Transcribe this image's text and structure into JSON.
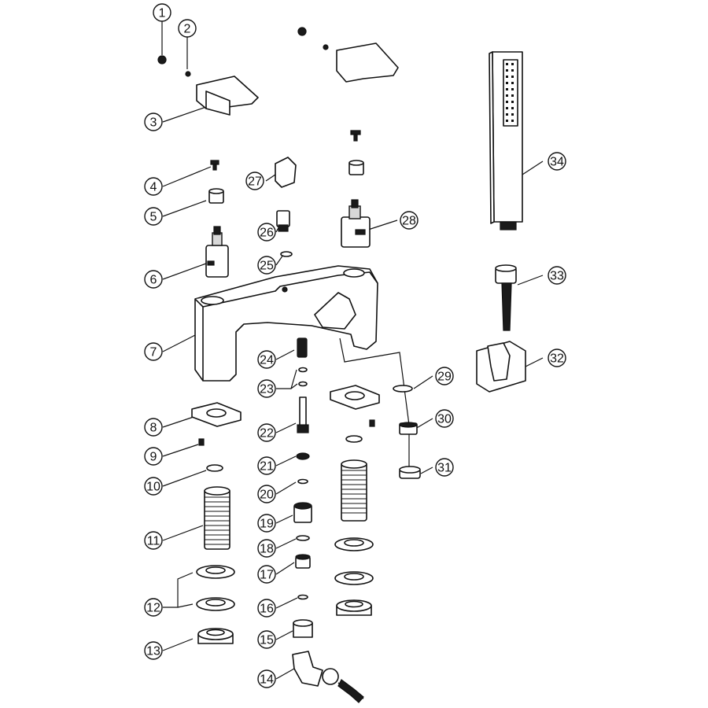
{
  "callouts": [
    {
      "number": "1"
    },
    {
      "number": "2"
    },
    {
      "number": "3"
    },
    {
      "number": "4"
    },
    {
      "number": "5"
    },
    {
      "number": "6"
    },
    {
      "number": "7"
    },
    {
      "number": "8"
    },
    {
      "number": "9"
    },
    {
      "number": "10"
    },
    {
      "number": "11"
    },
    {
      "number": "12"
    },
    {
      "number": "13"
    },
    {
      "number": "14"
    },
    {
      "number": "15"
    },
    {
      "number": "16"
    },
    {
      "number": "17"
    },
    {
      "number": "18"
    },
    {
      "number": "19"
    },
    {
      "number": "20"
    },
    {
      "number": "21"
    },
    {
      "number": "22"
    },
    {
      "number": "23"
    },
    {
      "number": "24"
    },
    {
      "number": "25"
    },
    {
      "number": "26"
    },
    {
      "number": "27"
    },
    {
      "number": "28"
    },
    {
      "number": "29"
    },
    {
      "number": "30"
    },
    {
      "number": "31"
    },
    {
      "number": "32"
    },
    {
      "number": "33"
    },
    {
      "number": "34"
    }
  ]
}
